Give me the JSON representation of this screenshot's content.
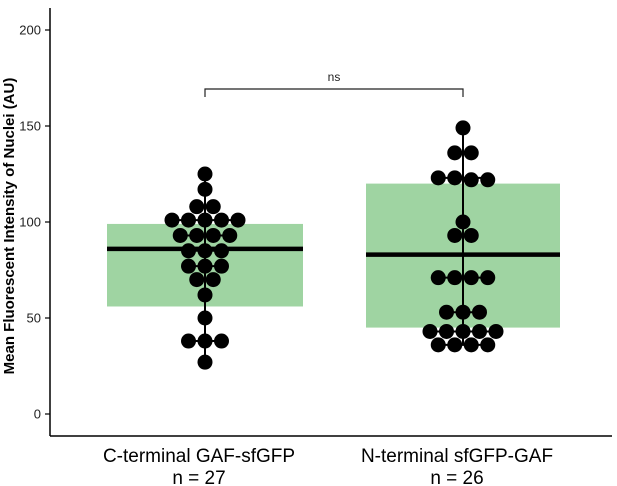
{
  "chart_data": {
    "type": "scatter",
    "subtype": "dot-plot-with-iqr-box",
    "ylabel": "Mean Fluorescent Intensity of Nuclei (AU)",
    "ylim": [
      0,
      200
    ],
    "yticks": [
      "0",
      "50",
      "100",
      "150",
      "200"
    ],
    "groups": [
      {
        "label": "C-terminal GAF-sfGFP",
        "n_label": "n = 27",
        "box": {
          "q1": 56,
          "median": 86,
          "q3": 99
        },
        "points": [
          125,
          117,
          108,
          108,
          101,
          101,
          101,
          101,
          101,
          93,
          93,
          93,
          93,
          85,
          85,
          85,
          77,
          77,
          77,
          70,
          70,
          62,
          50,
          38,
          38,
          38,
          27
        ]
      },
      {
        "label": "N-terminal sfGFP-GAF",
        "n_label": "n = 26",
        "box": {
          "q1": 45,
          "median": 83,
          "q3": 120
        },
        "points": [
          149,
          136,
          136,
          123,
          122,
          122,
          100,
          93,
          93,
          71,
          71,
          71,
          53,
          53,
          43,
          43,
          43,
          43,
          43,
          36,
          36,
          36,
          36,
          123,
          71,
          53
        ]
      }
    ],
    "comparison": {
      "label": "ns"
    },
    "colors": {
      "box": "#9fd4a2",
      "points": "#000000",
      "median": "#000000"
    }
  }
}
